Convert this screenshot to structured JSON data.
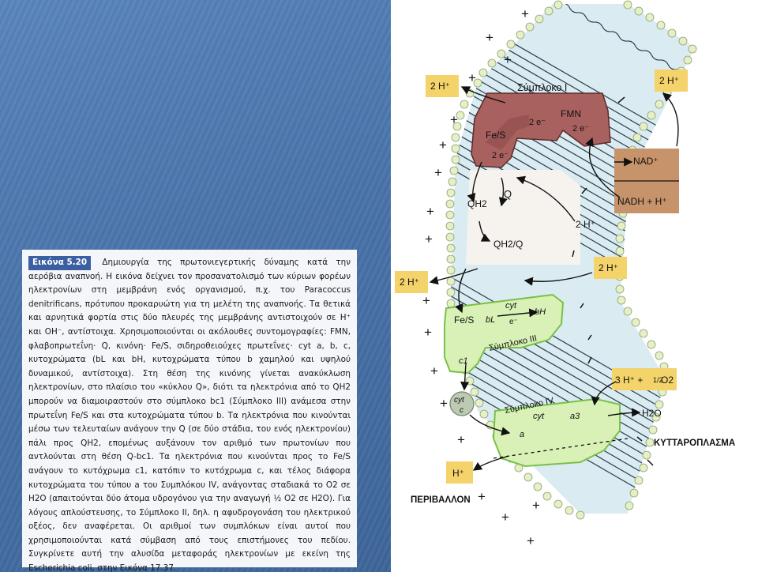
{
  "caption": {
    "label": "Εικόνα 5.20",
    "text": "Δημιουργία της πρωτονιεγερτικής δύναμης κατά την αερόβια αναπνοή. Η εικόνα δείχνει τον προσανατολισμό των κύριων φορέων ηλεκτρονίων στη μεμβράνη ενός οργανισμού, π.χ. του Paracoccus denitrificans, πρότυπου προκαρυώτη για τη μελέτη της αναπνοής. Τα θετικά και αρνητικά φορτία στις δύο πλευρές της μεμβράνης αντιστοιχούν σε H⁺ και OH⁻, αντίστοιχα. Χρησιμοποιούνται οι ακόλουθες συντομογραφίες: FMN, φλαβοπρωτεΐνη· Q, κινόνη· Fe/S, σιδηροθειούχες πρωτεΐνες· cyt a, b, c, κυτοχρώματα (bL και bH, κυτοχρώματα τύπου b χαμηλού και υψηλού δυναμικού, αντίστοιχα). Στη θέση της κινόνης γίνεται ανακύκλωση ηλεκτρονίων, στο πλαίσιο του «κύκλου Q», διότι τα ηλεκτρόνια από το QH2 μπορούν να διαμοιραστούν στο σύμπλοκο bc1 (Σύμπλοκο III) ανάμεσα στην πρωτεΐνη Fe/S και στα κυτοχρώματα τύπου b. Τα ηλεκτρόνια που κινούνται μέσω των τελευταίων ανάγουν την Q (σε δύο στάδια, του ενός ηλεκτρονίου) πάλι προς QH2, επομένως αυξάνουν τον αριθμό των πρωτονίων που αντλούνται στη θέση Q-bc1. Τα ηλεκτρόνια που κινούνται προς το Fe/S ανάγουν το κυτόχρωμα c1, κατόπιν το κυτόχρωμα c, και τέλος διάφορα κυτοχρώματα του τύπου a του Συμπλόκου IV, ανάγοντας σταδιακά το O2 σε H2O (απαιτούνται δύο άτομα υδρογόνου για την αναγωγή ½ O2 σε H2O). Για λόγους απλούστευσης, το Σύμπλοκο II, δηλ. η αφυδρογονάση του ηλεκτρικού οξέος, δεν αναφέρεται. Οι αριθμοί των συμπλόκων είναι αυτοί που χρησιμοποιούνται κατά σύμβαση από τους επιστήμονες του πεδίου. Συγκρίνετε αυτή την αλυσίδα μεταφοράς ηλεκτρονίων με εκείνη της Escherichia coli, στην Εικόνα 17.37."
  },
  "diagram": {
    "complex_1": "Σύμπλοκο I",
    "complex_3": "Σύμπλοκο III",
    "complex_4": "Σύμπλοκο IV",
    "fmn": "FMN",
    "fe_s": "Fe/S",
    "two_e": "2 e⁻",
    "e_minus": "e⁻",
    "q": "Q",
    "qh2": "QH2",
    "qh2_q": "QH2/Q",
    "nad_plus": "NAD⁺",
    "nadh": "NADH + H⁺",
    "two_h_plus": "2 H⁺",
    "three_h_plus": "3 H⁺ +",
    "half": "1/2",
    "o2": "O2",
    "h2o": "H2O",
    "h_plus": "H⁺",
    "cyt": "cyt",
    "b_l": "bL",
    "b_h": "bH",
    "c1": "c1",
    "c": "c",
    "a": "a",
    "a3": "a3",
    "cytoplasm": "ΚΥΤΤΑΡΟΠΛΑΣΜΑ",
    "environment": "ΠΕΡΙΒΑΛΛΟΝ"
  },
  "colors": {
    "slide_blue": "#4a74aa",
    "label_yellow": "#f3d36a",
    "complex_1": "#a9615f",
    "complex_3_4": "#d9f1b6",
    "nad_box": "#c7936a"
  }
}
